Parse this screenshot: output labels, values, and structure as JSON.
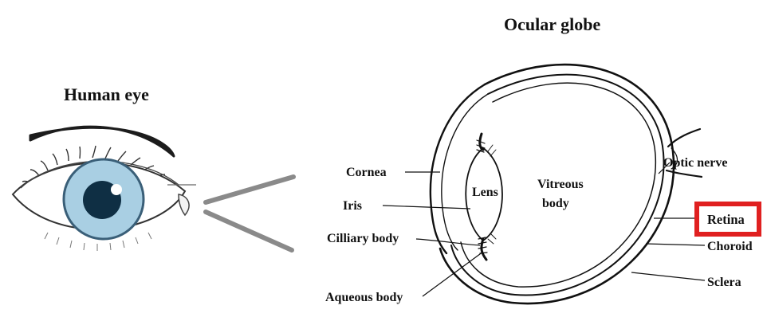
{
  "titles": {
    "human_eye": "Human eye",
    "ocular_globe": "Ocular globe"
  },
  "labels": {
    "cornea": "Cornea",
    "iris": "Iris",
    "cilliary_body": "Cilliary body",
    "aqueous_body": "Aqueous body",
    "lens": "Lens",
    "vitreous_line1": "Vitreous",
    "vitreous_line2": "body",
    "optic_nerve": "Optic nerve",
    "retina": "Retina",
    "choroid": "Choroid",
    "sclera": "Sclera"
  },
  "highlight": {
    "target": "Retina",
    "color": "#e02020"
  },
  "colors": {
    "iris": "#a9cfe3",
    "iris_ring": "#3a5f78",
    "pupil": "#0f2f44",
    "zoom_lines": "#8a8a8a",
    "brow": "#1c1c1c"
  }
}
